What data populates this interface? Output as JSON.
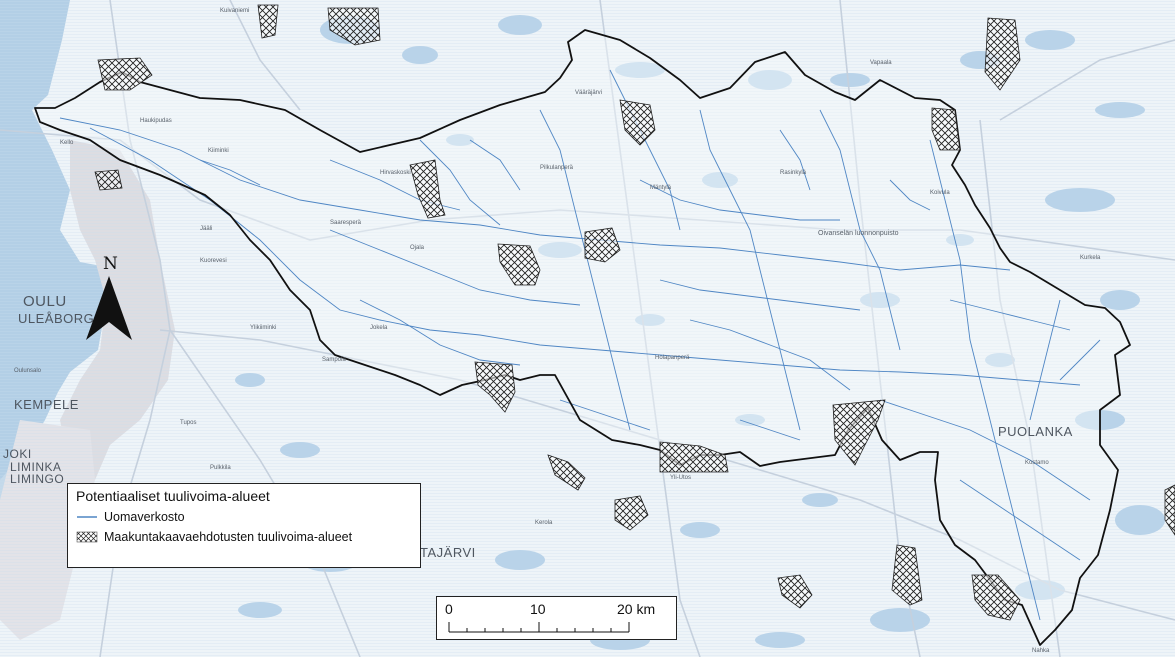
{
  "map": {
    "colors": {
      "background": "#eef4f8",
      "water": "#b3cfe6",
      "rivers": "#4f86c4",
      "boundary": "#111111",
      "road": "#c8d2de",
      "urban": "#d9d9dd",
      "hatch": "#222222"
    },
    "north_label": "N",
    "cities": [
      "OULU",
      "ULEÅBORG",
      "KEMPELE",
      "LIMINKA",
      "LIMINGO",
      "PUOLANKA",
      "TAJÄRVI",
      "JOKI"
    ],
    "places": [
      "Jääli",
      "Kiiminki",
      "Ylikiiminki",
      "Haukipudas",
      "Kello",
      "Oulunsalo",
      "Tupos",
      "Hirvaskoski",
      "Pilkulanperä",
      "Oivanselän luonnonpuisto",
      "Vääräjärvi",
      "Saaresperä",
      "Sampola",
      "Kuorevesi",
      "Jokela",
      "Holapanperä",
      "Koivula",
      "Ojala",
      "Kuivaniemi",
      "Rasinkylä",
      "Mäntylä",
      "Pulkkila",
      "Yli-Utos",
      "Kerola",
      "Nahka",
      "Kostamo",
      "Kurkela",
      "Vapaala"
    ]
  },
  "legend": {
    "title": "Potentiaaliset tuulivoima-alueet",
    "items": [
      {
        "label": "Uomaverkosto",
        "symbol": "line-icon"
      },
      {
        "label": "Maakuntakaavaehdotusten tuulivoima-alueet",
        "symbol": "hatch-icon"
      }
    ]
  },
  "scale": {
    "labels": [
      "0",
      "10",
      "20 km"
    ]
  }
}
